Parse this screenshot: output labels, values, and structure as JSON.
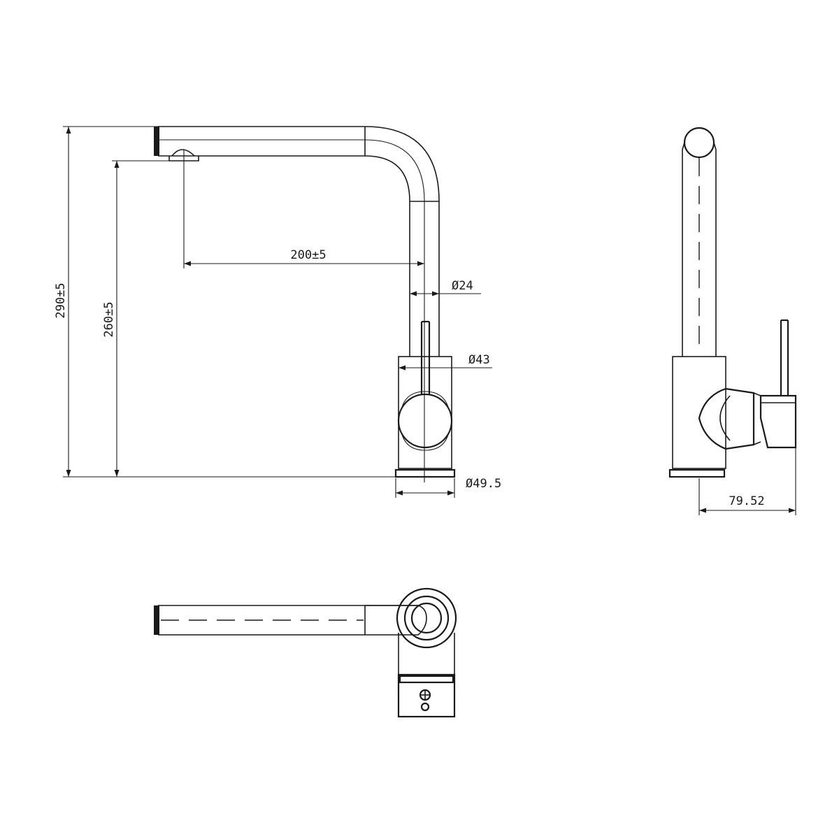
{
  "dimensions": {
    "height_total": "290±5",
    "height_spout": "260±5",
    "reach": "200±5",
    "spout_diameter": "Ø24",
    "body_diameter": "Ø43",
    "base_diameter": "Ø49.5",
    "side_depth": "79.52"
  }
}
